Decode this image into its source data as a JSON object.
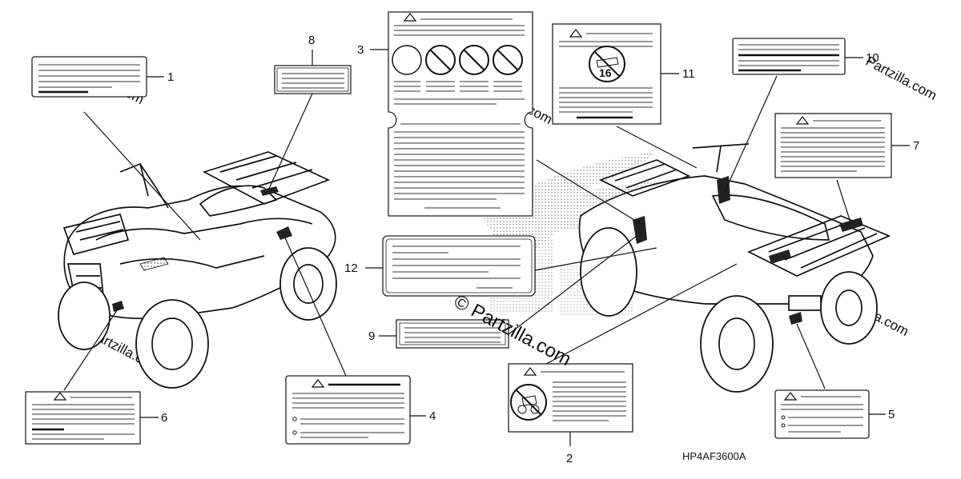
{
  "callouts": {
    "c1": "1",
    "c2": "2",
    "c3": "3",
    "c4": "4",
    "c5": "5",
    "c6": "6",
    "c7": "7",
    "c8": "8",
    "c9": "9",
    "c10": "10",
    "c11": "11",
    "c12": "12"
  },
  "diagram_code": "HP4AF3600A",
  "label_11_number": "16",
  "watermark": {
    "main": "© Partzilla.com",
    "faint": "Partzilla.com"
  },
  "colors": {
    "line": "#111111",
    "watermark": "#d6d6d6",
    "label_fill": "#ffffff"
  },
  "icons": [
    "warning-triangle-icon",
    "prohibition-circle-icon",
    "no-passenger-icon",
    "no-under-16-icon"
  ]
}
